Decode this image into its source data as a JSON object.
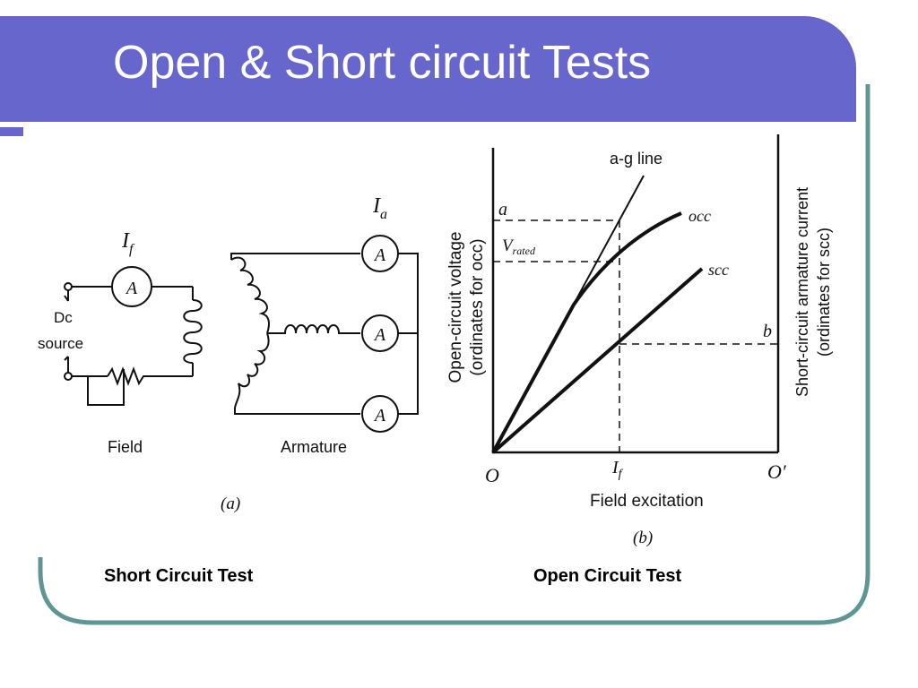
{
  "slide": {
    "title": "Open & Short circuit Tests",
    "accent_color": "#6666cc",
    "frame_color": "#5f9595"
  },
  "circuit": {
    "current_field_label_main": "I",
    "current_field_label_sub": "f",
    "current_armature_label_main": "I",
    "current_armature_label_sub": "a",
    "ammeter_symbol": "A",
    "dc_label": "Dc",
    "source_label": "source",
    "field_label": "Field",
    "armature_label": "Armature",
    "part_label": "(a)",
    "caption": "Short Circuit Test"
  },
  "graph": {
    "line_ag": "a-g line",
    "curve_occ": "occ",
    "curve_scc": "scc",
    "point_a": "a",
    "point_b": "b",
    "v_rated_main": "V",
    "v_rated_sub": "rated",
    "origin": "O",
    "origin_prime": "O′",
    "if_main": "I",
    "if_sub": "f",
    "x_axis_label": "Field excitation",
    "left_axis_line1": "Open-circuit voltage",
    "left_axis_line2": "(ordinates for occ)",
    "right_axis_line1": "Short-circuit armature current",
    "right_axis_line2": "(ordinates for scc)",
    "part_label": "(b)",
    "caption": "Open Circuit Test"
  }
}
